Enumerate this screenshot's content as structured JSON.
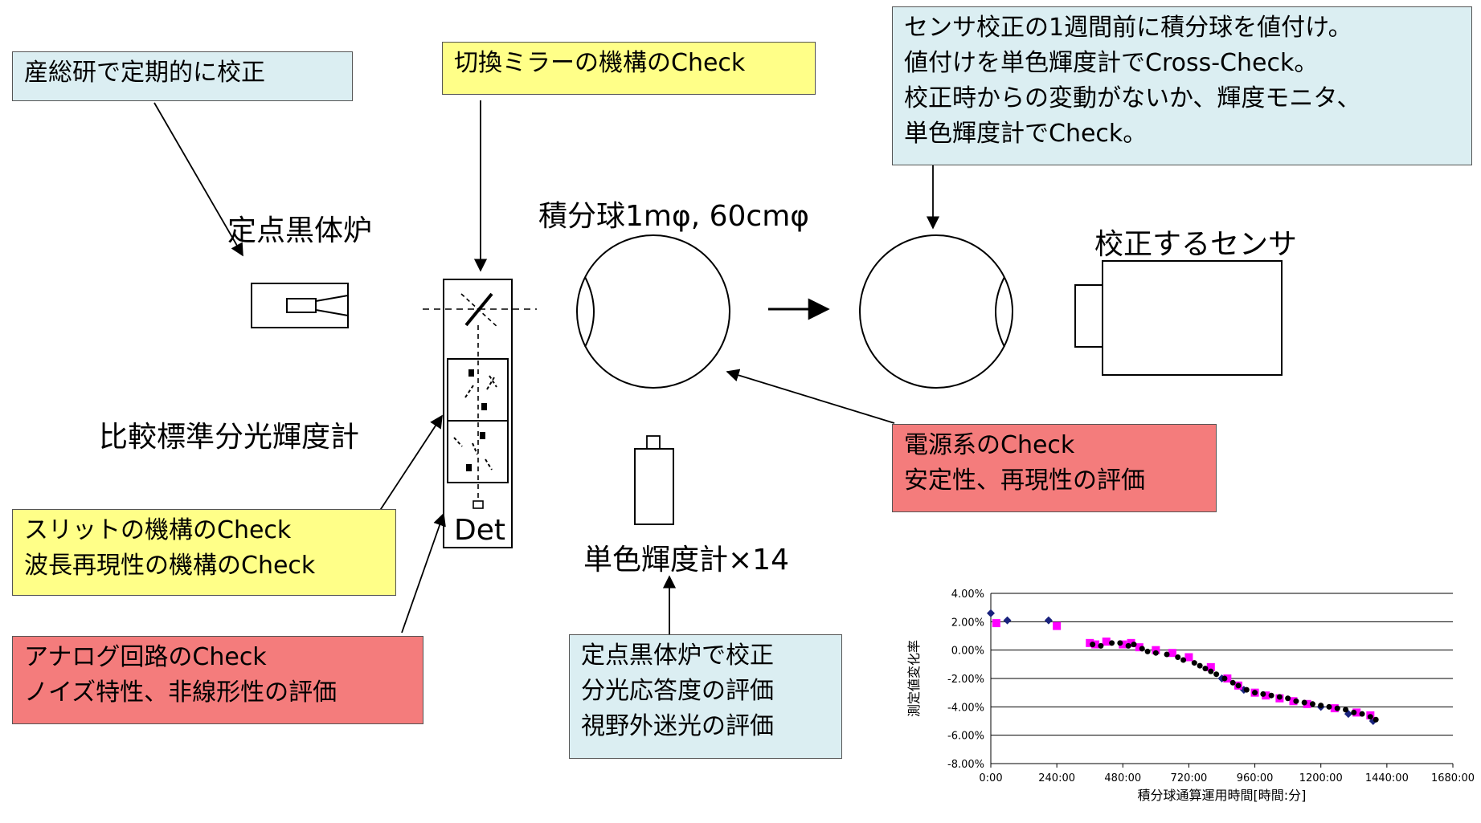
{
  "callouts": {
    "aist": "産総研で定期的に校正",
    "mirror": "切換ミラーの機構のCheck",
    "sphere_note": [
      "センサ校正の1週間前に積分球を値付け。",
      "値付けを単色輝度計でCross-Check。",
      "校正時からの変動がないか、輝度モニタ、",
      "単色輝度計でCheck。"
    ],
    "power": [
      "電源系のCheck",
      "安定性、再現性の評価"
    ],
    "slit": [
      "スリットの機構のCheck",
      "波長再現性の機構のCheck"
    ],
    "analog": [
      "アナログ回路のCheck",
      "ノイズ特性、非線形性の評価"
    ],
    "blackbody_cal": [
      "定点黒体炉で校正",
      "分光応答度の評価",
      "視野外迷光の評価"
    ]
  },
  "labels": {
    "blackbody": "定点黒体炉",
    "sphere": "積分球1mφ, 60cmφ",
    "sensor": "校正するセンサ",
    "spectro": "比較標準分光輝度計",
    "det": "Det",
    "mono": "単色輝度計×14"
  },
  "chart_data": {
    "type": "scatter",
    "ylabel": "測定値変化率",
    "xlabel": "積分球通算運用時間[時間:分]",
    "ylim": [
      -8,
      4
    ],
    "yticks": [
      "4.00%",
      "2.00%",
      "0.00%",
      "-2.00%",
      "-4.00%",
      "-6.00%",
      "-8.00%"
    ],
    "xlim": [
      0,
      1680
    ],
    "xticks": [
      "0:00",
      "240:00",
      "480:00",
      "720:00",
      "960:00",
      "1200:00",
      "1440:00",
      "1680:00"
    ],
    "grid": true,
    "series": [
      {
        "marker": "diamond",
        "color": "#1a237e",
        "x": [
          0,
          60,
          210,
          840,
          920,
          1050,
          1200,
          1300,
          1390
        ],
        "y": [
          2.6,
          2.1,
          2.1,
          -2.0,
          -2.8,
          -3.4,
          -4.0,
          -4.5,
          -5.0
        ]
      },
      {
        "marker": "square",
        "color": "#ff00ff",
        "x": [
          20,
          240,
          360,
          380,
          420,
          480,
          510,
          540,
          600,
          660,
          720,
          800,
          860,
          900,
          960,
          1000,
          1050,
          1100,
          1150,
          1250,
          1330,
          1380
        ],
        "y": [
          1.9,
          1.7,
          0.5,
          0.4,
          0.6,
          0.4,
          0.5,
          0.2,
          0.0,
          -0.2,
          -0.5,
          -1.2,
          -2.0,
          -2.5,
          -3.0,
          -3.2,
          -3.4,
          -3.6,
          -3.8,
          -4.1,
          -4.4,
          -4.6
        ]
      },
      {
        "marker": "circle",
        "color": "#000000",
        "x": [
          370,
          400,
          440,
          470,
          500,
          520,
          550,
          570,
          600,
          640,
          680,
          700,
          740,
          760,
          780,
          800,
          820,
          850,
          880,
          900,
          930,
          960,
          990,
          1020,
          1050,
          1080,
          1110,
          1140,
          1170,
          1200,
          1230,
          1260,
          1290,
          1320,
          1350,
          1380,
          1400
        ],
        "y": [
          0.4,
          0.3,
          0.5,
          0.5,
          0.3,
          0.4,
          0.1,
          -0.1,
          -0.2,
          -0.3,
          -0.5,
          -0.7,
          -0.9,
          -1.1,
          -1.3,
          -1.5,
          -1.7,
          -2.0,
          -2.3,
          -2.5,
          -2.8,
          -3.0,
          -3.1,
          -3.2,
          -3.3,
          -3.4,
          -3.6,
          -3.7,
          -3.8,
          -3.9,
          -4.0,
          -4.1,
          -4.2,
          -4.4,
          -4.5,
          -4.7,
          -4.9
        ]
      }
    ]
  }
}
